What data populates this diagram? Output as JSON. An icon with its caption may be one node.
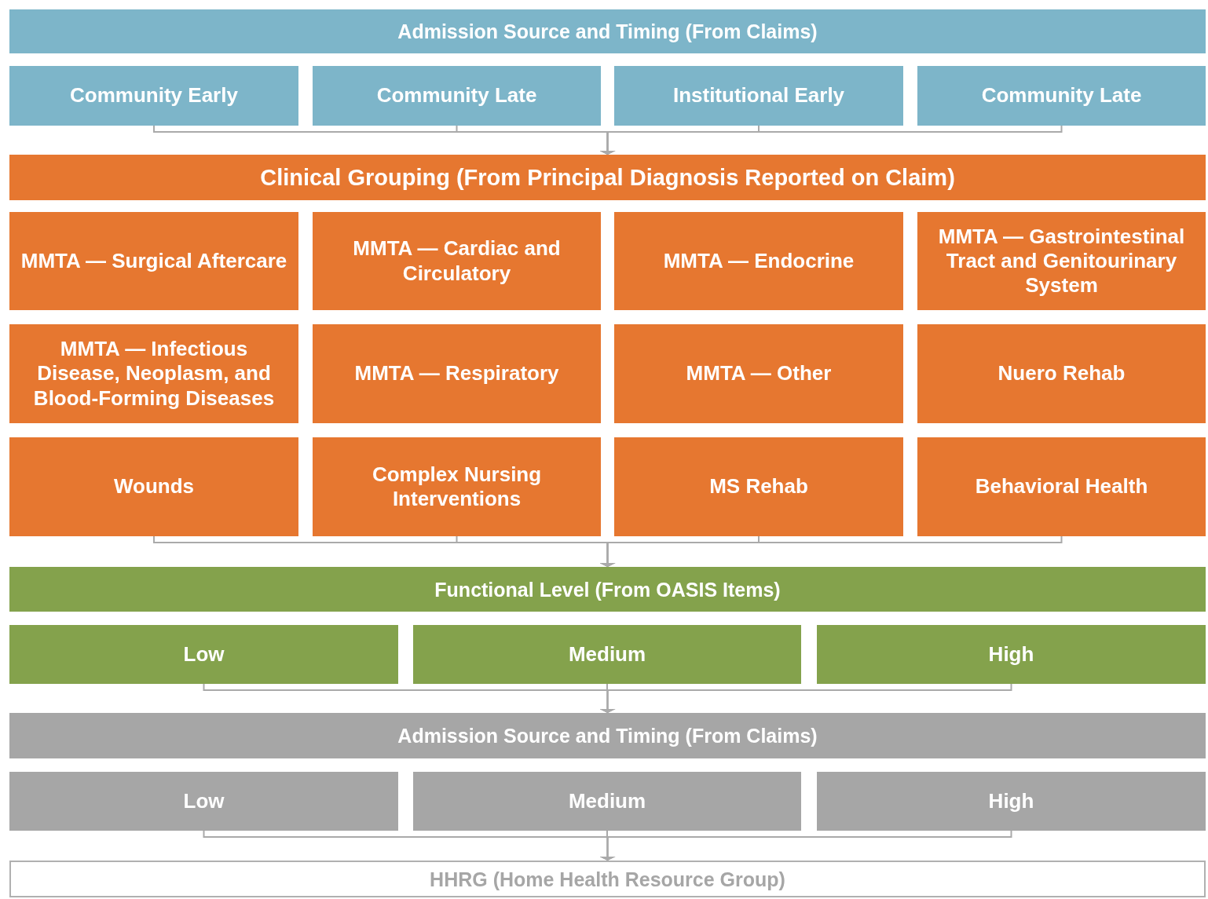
{
  "diagram": {
    "nodes": [
      {
        "text": [
          "Admission Source and Timing (From Claims)"
        ]
      },
      {
        "text": [
          "Community Early"
        ]
      },
      {
        "text": [
          "Community Late"
        ]
      },
      {
        "text": [
          "Institutional Early"
        ]
      },
      {
        "text": [
          "Community Late"
        ]
      },
      {
        "text": [
          "Clinical Grouping (From Principal Diagnosis Reported on Claim)"
        ]
      },
      {
        "text": [
          "MMTA — Surgical Aftercare"
        ]
      },
      {
        "text": [
          "MMTA — Cardiac and Circulatory"
        ]
      },
      {
        "text": [
          "MMTA — Endocrine"
        ]
      },
      {
        "text": [
          "MMTA — Gastrointestinal Tract and Genitourinary System"
        ]
      },
      {
        "text": [
          "MMTA — Infectious Disease, Neoplasm, and Blood-Forming Diseases"
        ]
      },
      {
        "text": [
          "MMTA — Respiratory"
        ]
      },
      {
        "text": [
          "MMTA — Other"
        ]
      },
      {
        "text": [
          "Nuero Rehab"
        ]
      },
      {
        "text": [
          "Wounds"
        ]
      },
      {
        "text": [
          "Complex Nursing Interventions"
        ]
      },
      {
        "text": [
          "MS Rehab"
        ]
      },
      {
        "text": [
          "Behavioral Health"
        ]
      },
      {
        "text": [
          "Functional Level (From OASIS Items)"
        ]
      },
      {
        "text": [
          "Low"
        ]
      },
      {
        "text": [
          "Medium"
        ]
      },
      {
        "text": [
          "High"
        ]
      },
      {
        "text": [
          "Admission Source and Timing (From Claims)"
        ]
      },
      {
        "text": [
          "Low"
        ]
      },
      {
        "text": [
          "Medium"
        ]
      },
      {
        "text": [
          "High"
        ]
      },
      {
        "text": [
          "HHRG (Home Health Resource Group)"
        ]
      }
    ],
    "edges": [
      {
        "from": 1,
        "to": 5,
        "arrow": "to"
      },
      {
        "from": 2,
        "to": 5,
        "arrow": "to"
      },
      {
        "from": 3,
        "to": 5,
        "arrow": "to"
      },
      {
        "from": 4,
        "to": 5,
        "arrow": "to"
      },
      {
        "from": 14,
        "to": 18,
        "arrow": "to"
      },
      {
        "from": 15,
        "to": 18,
        "arrow": "to"
      },
      {
        "from": 16,
        "to": 18,
        "arrow": "to"
      },
      {
        "from": 17,
        "to": 18,
        "arrow": "to"
      },
      {
        "from": 19,
        "to": 22,
        "arrow": "to"
      },
      {
        "from": 20,
        "to": 22,
        "arrow": "to"
      },
      {
        "from": 21,
        "to": 22,
        "arrow": "to"
      },
      {
        "from": 23,
        "to": 26,
        "arrow": "to"
      },
      {
        "from": 24,
        "to": 26,
        "arrow": "to"
      },
      {
        "from": 25,
        "to": 26,
        "arrow": "to"
      }
    ]
  }
}
